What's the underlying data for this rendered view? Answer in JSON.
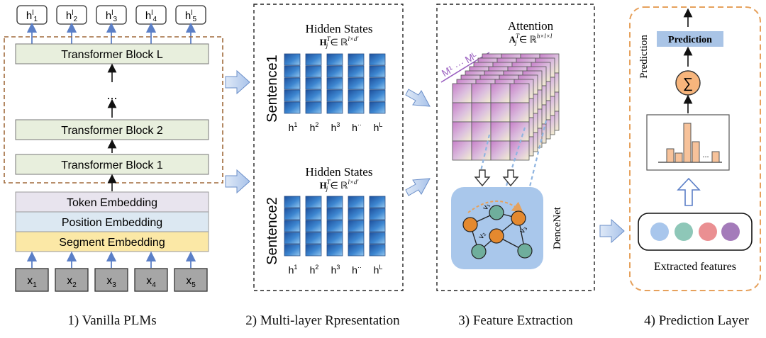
{
  "panel1": {
    "outputs": [
      {
        "base": "h",
        "sup": "l",
        "sub": "1"
      },
      {
        "base": "h",
        "sup": "l",
        "sub": "2"
      },
      {
        "base": "h",
        "sup": "l",
        "sub": "3"
      },
      {
        "base": "h",
        "sup": "l",
        "sub": "4"
      },
      {
        "base": "h",
        "sup": "l",
        "sub": "5"
      }
    ],
    "block_L": "Transformer Block L",
    "ellipsis": "...",
    "block_2": "Transformer Block 2",
    "block_1": "Transformer Block 1",
    "token_embedding": "Token Embedding",
    "position_embedding": "Position Embedding",
    "segment_embedding": "Segment Embedding",
    "inputs": [
      {
        "base": "x",
        "sub": "1"
      },
      {
        "base": "x",
        "sub": "2"
      },
      {
        "base": "x",
        "sub": "3"
      },
      {
        "base": "x",
        "sub": "4"
      },
      {
        "base": "x",
        "sub": "5"
      }
    ],
    "caption": "1) Vanilla PLMs"
  },
  "panel2": {
    "title": "Hidden States",
    "formula": {
      "base": "H",
      "sup": "T",
      "sub": "j",
      "rest": " ∈ ℝ",
      "dims": "l×d′"
    },
    "sentence1": "Sentence1",
    "sentence2": "Sentence2",
    "column_labels": [
      {
        "base": "h",
        "sup": "1"
      },
      {
        "base": "h",
        "sup": "2"
      },
      {
        "base": "h",
        "sup": "3"
      },
      {
        "base": "h",
        "sup": "··"
      },
      {
        "base": "h",
        "sup": "L"
      }
    ],
    "caption": "2) Multi-layer Rpresentation"
  },
  "panel3": {
    "title": "Attention",
    "formula": {
      "base": "A",
      "sup": "T",
      "sub": "j",
      "rest": " ∈ ℝ",
      "dims": "h×l×l"
    },
    "layer_label": "M¹ ··· Mᴸ",
    "net_label": "DenceNet",
    "node_labels": [
      "v₁",
      "v₂",
      "v₃"
    ],
    "caption": "3) Feature Extraction"
  },
  "panel4": {
    "prediction_axis_label": "Prediction",
    "prediction_box": "Prediction",
    "sum_symbol": "∑",
    "bar_ellipsis": "...",
    "extracted_label": "Extracted features",
    "caption": "4) Prediction Layer"
  },
  "colors": {
    "block_green": "#e8efdd",
    "token_purple": "#e8e4ee",
    "position_blue": "#dce8f2",
    "segment_yellow": "#fbe8a6",
    "input_gray": "#a6a6a6",
    "arrow_blue": "#5b7fc7",
    "orange_dash": "#e6a15c",
    "brown_dash": "#a06a3c",
    "net_bg": "#a9c7eb",
    "node_orange": "#e4892f",
    "node_teal": "#6fae9c",
    "feature_blue": "#a8c6ec",
    "feature_teal": "#8ec7b8",
    "feature_pink": "#ea8f92",
    "feature_purple": "#a47bba",
    "bar_orange": "#f7c29a",
    "prediction_blue": "#a9c4e6"
  }
}
